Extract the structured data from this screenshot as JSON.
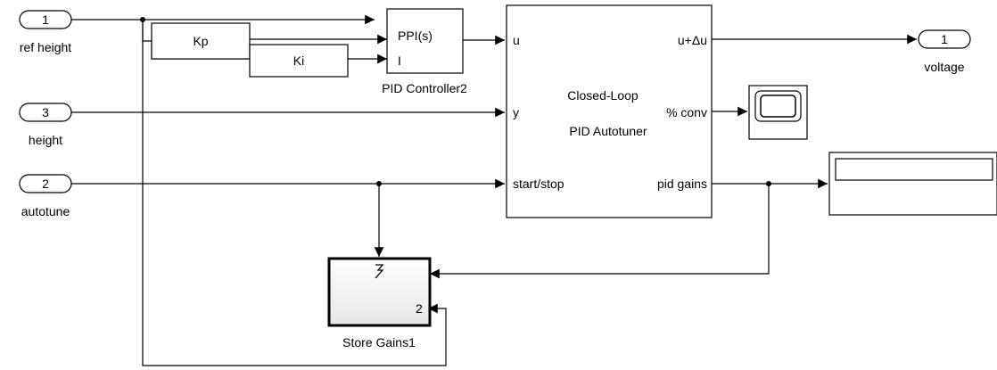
{
  "ports": {
    "in1": {
      "number": "1",
      "name": "ref height"
    },
    "in3": {
      "number": "3",
      "name": "height"
    },
    "in2": {
      "number": "2",
      "name": "autotune"
    },
    "out1": {
      "number": "1",
      "name": "voltage"
    }
  },
  "blocks": {
    "kp": {
      "label": "Kp"
    },
    "ki": {
      "label": "Ki"
    },
    "pid": {
      "label": "PPI(s)",
      "port_i": "I",
      "name": "PID Controller2"
    },
    "autotuner": {
      "title_line1": "Closed-Loop",
      "title_line2": "PID Autotuner",
      "in_u": "u",
      "in_y": "y",
      "in_start": "start/stop",
      "out_udu": "u+Δu",
      "out_conv": "% conv",
      "out_gains": "pid gains"
    },
    "store": {
      "name": "Store Gains1",
      "port2": "2",
      "trigger_icon": "lightning-trigger-icon"
    },
    "scope": {
      "icon": "scope-icon"
    },
    "display": {
      "icon": "display-icon"
    }
  }
}
